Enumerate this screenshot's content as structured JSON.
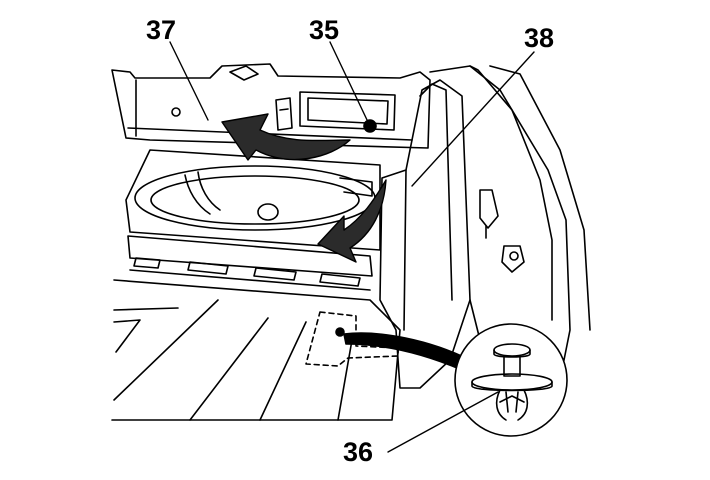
{
  "callouts": {
    "c37": "37",
    "c35": "35",
    "c38": "38",
    "c36": "36"
  },
  "colors": {
    "line": "#000000",
    "arrow_fill": "#2b2b2b",
    "background": "#ffffff"
  }
}
